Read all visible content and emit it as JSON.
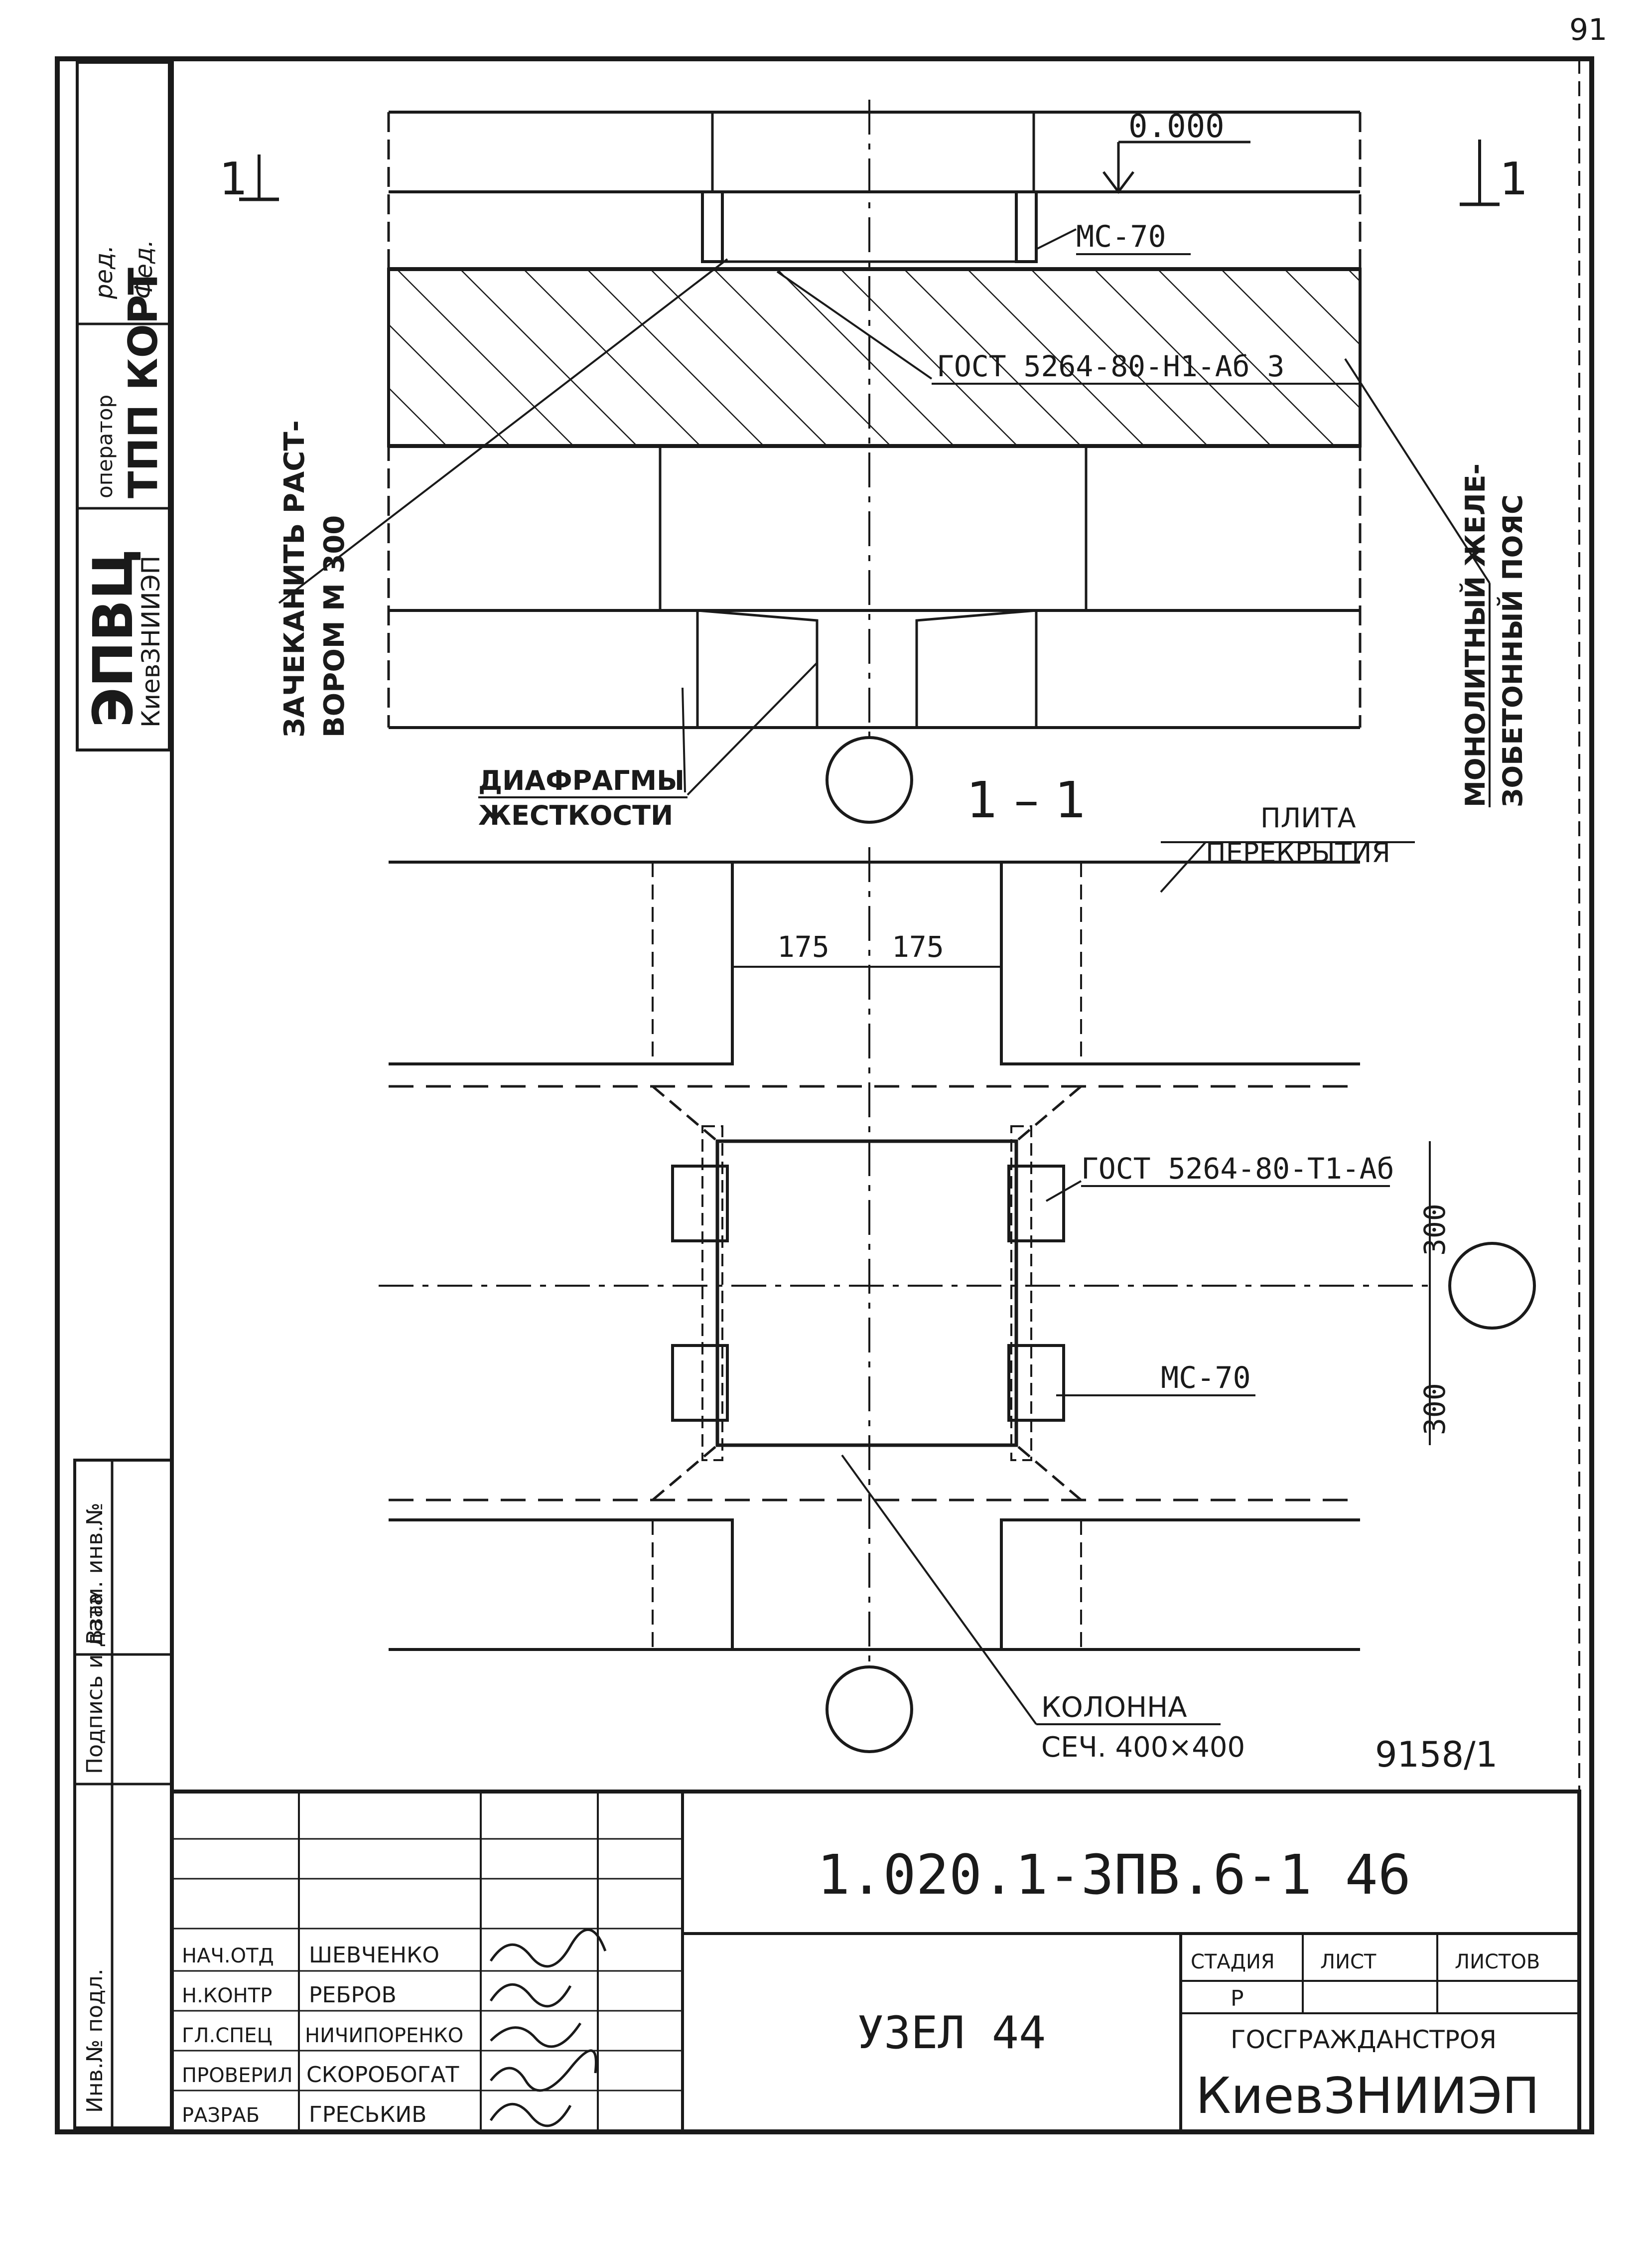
{
  "page_mark": "91",
  "stamp": {
    "org": "ЭПВЦ",
    "sub": "КиевЗНИИЭП",
    "operator_label": "оператор",
    "operator_value": "ТПП КОРТ",
    "editor_label": "ред.",
    "editor_sign": "Фед."
  },
  "labels": {
    "section_mark": "1",
    "elevation": "0.000",
    "mc70_top": "МС-70",
    "rebar_top": "ГОСТ 5264-80-Н1-Аб 3",
    "mortar_line1": "ЗАЧЕКАНИТЬ РАСТ-",
    "mortar_line2": "ВОРОМ М 300",
    "belt_line1": "МОНОЛИТНЫЙ ЖЕЛЕ-",
    "belt_line2": "ЗОБЕТОННЫЙ ПОЯС",
    "diaphragm_line1": "ДИАФРАГМЫ",
    "diaphragm_line2": "ЖЕСТКОСТИ",
    "section_title": "1 – 1",
    "slab_line1": "ПЛИТА",
    "slab_line2": "ПЕРЕКРЫТИЯ",
    "dim_175_left": "175",
    "dim_175_right": "175",
    "rebar_bottom": "ГОСТ 5264-80-Т1-Аб",
    "dim_300_upper": "300",
    "dim_300_lower": "300",
    "mc70_bottom": "МС-70",
    "column_line1": "КОЛОННА",
    "column_line2": "СЕЧ. 400×400",
    "archive_no": "9158/1"
  },
  "side_stamp": {
    "col1": "Инв.№ подл.",
    "col2": "Подпись и дата",
    "col3": "Взам. инв.№"
  },
  "title_block": {
    "doc_code": "1.020.1-3ПВ.6-1 46",
    "node_title": "УЗЕЛ 44",
    "stage_label": "СТАДИЯ",
    "sheet_label": "ЛИСТ",
    "sheets_label": "ЛИСТОВ",
    "stage_value": "Р",
    "org_line1": "ГОСГРАЖДАНСТРОЯ",
    "org_line2": "КиевЗНИИЭП",
    "rows": [
      {
        "role": "НАЧ.ОТД",
        "name": "ШЕВЧЕНКО"
      },
      {
        "role": "Н.КОНТР",
        "name": "РЕБРОВ"
      },
      {
        "role": "ГЛ.СПЕЦ",
        "name": "НИЧИПОРЕНКО"
      },
      {
        "role": "ПРОВЕРИЛ",
        "name": "СКОРОБОГАТ"
      },
      {
        "role": "РАЗРАБ",
        "name": "ГРЕСЬКИВ"
      }
    ]
  }
}
